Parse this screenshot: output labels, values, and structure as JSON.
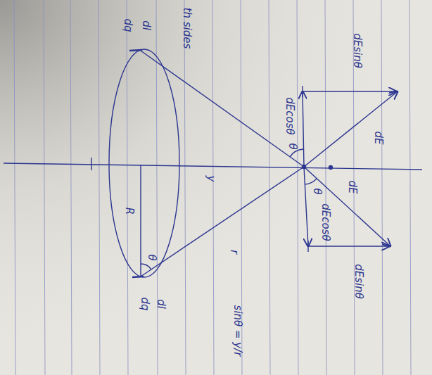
{
  "diagram": {
    "labels": [
      "dEsinθ",
      "dE",
      "dEcosθ",
      "θ",
      "dE",
      "θ",
      "dEcosθ",
      "dEsinθ",
      "y",
      "r",
      "R",
      "θ",
      "dq",
      "dl",
      "dq",
      "dl",
      "th sides",
      "sinθ = y/r"
    ]
  }
}
